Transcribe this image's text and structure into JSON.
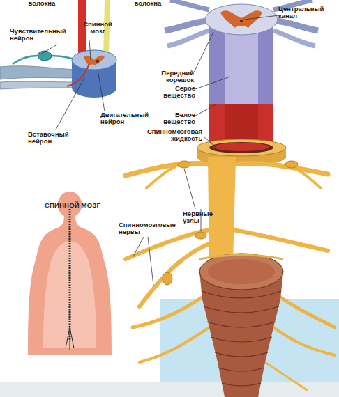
{
  "diagram": {
    "labels": [
      "волокна",
      "волокна",
      "Чувствительный нейрон",
      "Спинной мозг",
      "Двигательный нейрон",
      "Вставочный нейрон",
      "Центральный канал",
      "Передний корешок",
      "Серое вещество",
      "Белое вещество",
      "Спинномозговая жидкость",
      "СПИННОЙ МОЗГ",
      "Нервные узлы",
      "Спинномозговые нервы"
    ]
  }
}
